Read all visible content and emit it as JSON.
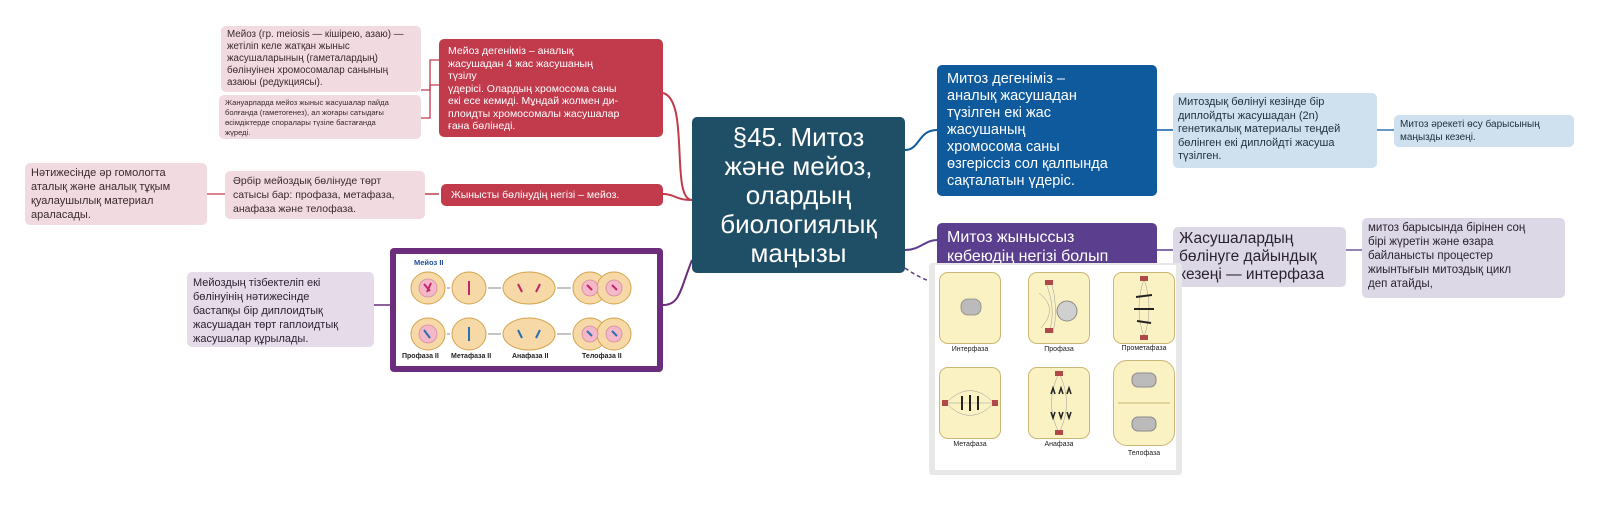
{
  "central": {
    "title": "§45. Митоз\nжәне мейоз,\nолардың\nбиологиялық\nмаңызы"
  },
  "left": {
    "meiosis_def": "Мейоз дегеніміз – аналық\nжасушадан 4 жас жасушаның\nтүзілу\nүдерісі. Олардың хромосома саны\nекі есе кемиді. Мұндай жолмен ди-\nплоидты хромосомалы жасушалар\nғана бөлінеді.",
    "meiosis_greek": "Мейоз (гр. meiosis — кішірею, азаю) —\nжетіліп келе жатқан жыныс\nжасушаларының (гаметалардың)\nбөлінуінен хромосомалар санының\nазаюы (редукциясы).",
    "meiosis_animals": "Жануарларда мейоз жыныс жасушалар пайда\nболғанда (гаметогенез), ал жоғары сатыдағы\nөсімдіктерде споралары түзіле бастағанда\nжүреді.",
    "sexual_basis": "Жынысты бөлінудің негізі – мейоз.",
    "phases": "Әрбір мейоздық бөлінуде төрт\nсатысы бар: профаза, метафаза,\nанафаза және телофаза.",
    "result": "Нәтижесінде әр гомологта\nаталық және аналық тұқым\nқуалаушылық материал\nараласады.",
    "sequence": "Мейоздың тізбектеліп екі\nбөлінуінің нәтижесінде\nбастапқы бір диплоидтық\nжасушадан төрт гаплоидтық\nжасушалар құрылады."
  },
  "meiosis_image": {
    "title": "Мейоз II",
    "captions": [
      "Профаза II",
      "Метафаза II",
      "Анафаза II",
      "Телофаза II"
    ]
  },
  "right": {
    "mitosis_def": "Митоз дегеніміз –\nаналық жасушадан\nтүзілген екі жас\nжасушаның\nхромосома саны\nөзгеріссіз сол қалпында\nсақталатын үдеріс.",
    "mitosis_genetic": "Митоздық бөлінуі кезінде бір\nдиплойдты жасушадан (2n)\nгенетикалық материалы теңдей\nбөлінген екі диплойдті жасуша\nтүзілген.",
    "mitosis_growth": "Митоз әрекеті өсу барысының\nмаңызды кезеңі.",
    "asexual": "Митоз жыныссыз\nкөбеюдің негізі болып",
    "interphase": "Жасушалардың\nбөлінуге дайындық\nкезеңі — интерфаза",
    "cycle": "митоз барысында бірінен соң\nбірі жүретін және өзара\nбайланысты процестер\nжиынтығын митоздық цикл\nдеп атайды,"
  },
  "mitosis_image": {
    "labels": [
      "Интерфаза",
      "Профаза",
      "Прометафаза",
      "Метафаза",
      "Анафаза",
      "Телофаза"
    ]
  },
  "colors": {
    "central": "#1f4e67",
    "meiosis_branch": "#c23b4d",
    "mitosis_branch": "#0f5a9d",
    "asexual_branch": "#5b3f8e",
    "image_frame": "#6b2d7c"
  }
}
